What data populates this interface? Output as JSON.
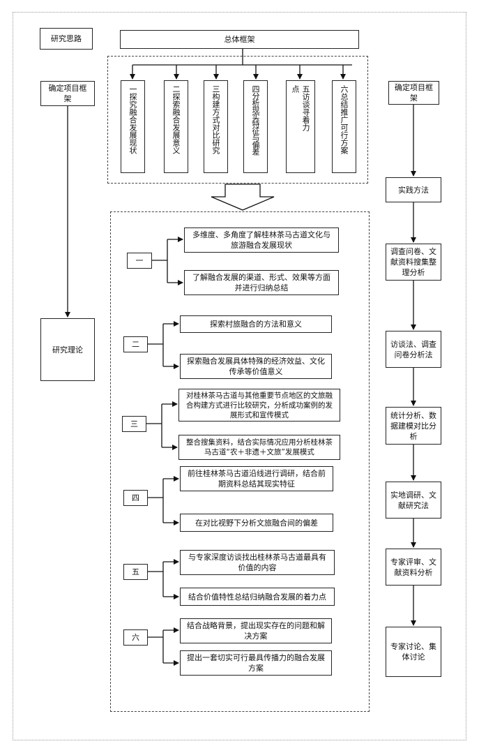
{
  "left": {
    "title": "研究思路",
    "top": "确定项目框架",
    "bottom": "研究理论"
  },
  "framework": {
    "title": "总体框架",
    "columns": [
      "一探究融合发展现状",
      "二探索融合发展意义",
      "三构建方式对比研究",
      "四分析现实特征与偏差",
      "五访谈寻着力点",
      "六总结推广可行方案"
    ]
  },
  "sections": [
    {
      "num": "一",
      "items": [
        "多维度、多角度了解桂林茶马古道文化与旅游融合发展现状",
        "了解融合发展的渠道、形式、效果等方面并进行归纳总结"
      ]
    },
    {
      "num": "二",
      "items": [
        "探索村旅融合的方法和意义",
        "探索融合发展具体特殊的经济效益、文化传承等价值意义"
      ]
    },
    {
      "num": "三",
      "items": [
        "对桂林茶马古道与其他重要节点地区的文旅融合构建方式进行比较研究，分析成功案例的发展形式和宣传模式",
        "整合搜集资料，结合实际情况应用分析桂林茶马古道“农＋非遗＋文旅”发展模式"
      ]
    },
    {
      "num": "四",
      "items": [
        "前往桂林茶马古道沿线进行调研，结合前期资料总结其现实特征",
        "在对比视野下分析文旅融合间的偏差"
      ]
    },
    {
      "num": "五",
      "items": [
        "与专家深度访谈找出桂林茶马古道最具有价值的内容",
        "结合价值特性总结归纳融合发展的着力点"
      ]
    },
    {
      "num": "六",
      "items": [
        "结合战略背景，提出现实存在的问题和解决方案",
        "提出一套切实可行最具传播力的融合发展方案"
      ]
    }
  ],
  "right": {
    "steps": [
      "确定项目框架",
      "实践方法",
      "调查问卷、文献资料搜集整理分析",
      "访谈法、调查问卷分析法",
      "统计分析、数据建模对比分析",
      "实地调研、文献研究法",
      "专家评审、文献资料分析",
      "专家讨论、集体讨论"
    ]
  }
}
